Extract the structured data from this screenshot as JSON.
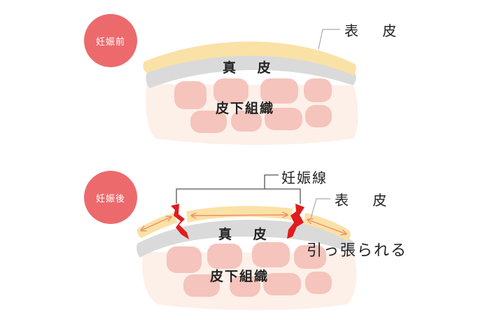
{
  "before": {
    "badge": "妊娠前",
    "epidermis_label": "表 皮",
    "dermis_label": "真 皮",
    "subcutis_label": "皮下組織"
  },
  "after": {
    "badge": "妊娠後",
    "stretch_marks_label": "妊娠線",
    "epidermis_label": "表 皮",
    "dermis_label": "真 皮",
    "subcutis_label": "皮下組織",
    "stretched_label": "引っ張られる"
  },
  "colors": {
    "badge": "#ec6a6c",
    "epidermis": "#fae1a6",
    "dermis": "#dadada",
    "subcutis": "#fdf0e8",
    "fat_cell": "#f5c4bc",
    "stretch_mark": "#e01c1c",
    "arrow": "#f08a6a"
  },
  "icons": [
    "stretch-mark-icon",
    "double-arrow-icon"
  ]
}
